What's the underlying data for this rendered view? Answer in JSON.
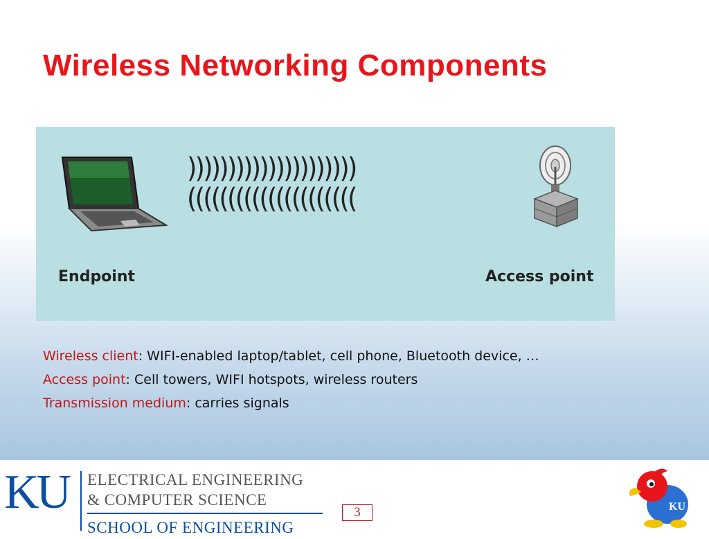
{
  "slide": {
    "title": "Wireless Networking Components"
  },
  "diagram": {
    "waves_out": ")))))))))))))))))))))",
    "waves_in": "(((((((((((((((((((((",
    "endpoint_label": "Endpoint",
    "access_point_label": "Access point"
  },
  "bullets": [
    {
      "term": "Wireless client",
      "text": ": WIFI-enabled laptop/tablet, cell phone, Bluetooth device, …"
    },
    {
      "term": "Access point",
      "text": ": Cell towers, WIFI hotspots, wireless routers"
    },
    {
      "term": "Transmission medium",
      "text": ": carries signals"
    }
  ],
  "footer": {
    "logo_text": "KU",
    "dept_line1": "ELECTRICAL ENGINEERING",
    "dept_line2": "& COMPUTER SCIENCE",
    "dept_line3": "SCHOOL OF ENGINEERING",
    "page_number": "3"
  },
  "colors": {
    "title": "#e8151b",
    "term": "#c0161b",
    "ku_blue": "#0b4fa3",
    "diagram_bg": "#b9dfe2"
  }
}
